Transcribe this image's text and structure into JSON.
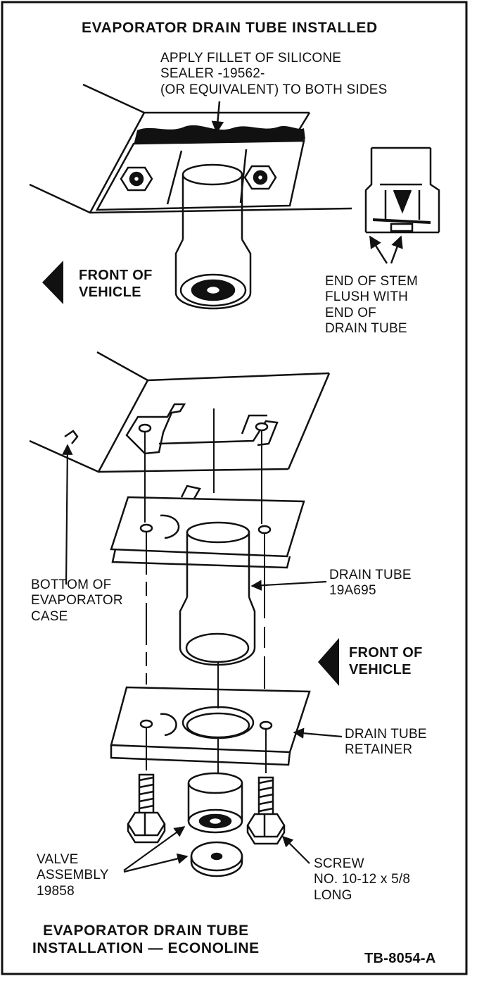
{
  "title_top": "EVAPORATOR DRAIN TUBE INSTALLED",
  "callouts": {
    "sealer": "APPLY FILLET OF SILICONE\nSEALER -19562-\n(OR EQUIVALENT) TO BOTH SIDES",
    "front_top": "FRONT OF\nVEHICLE",
    "stem": "END OF STEM\nFLUSH WITH\nEND OF\nDRAIN TUBE",
    "bottom_case": "BOTTOM OF\nEVAPORATOR\nCASE",
    "drain_tube": "DRAIN TUBE\n19A695",
    "front_bottom": "FRONT OF\nVEHICLE",
    "retainer": "DRAIN TUBE\nRETAINER",
    "valve": "VALVE\nASSEMBLY\n19858",
    "screw": "SCREW\nNO. 10-12 x 5/8\nLONG"
  },
  "title_bottom": "EVAPORATOR DRAIN TUBE\nINSTALLATION — ECONOLINE",
  "figure_id": "TB-8054-A"
}
